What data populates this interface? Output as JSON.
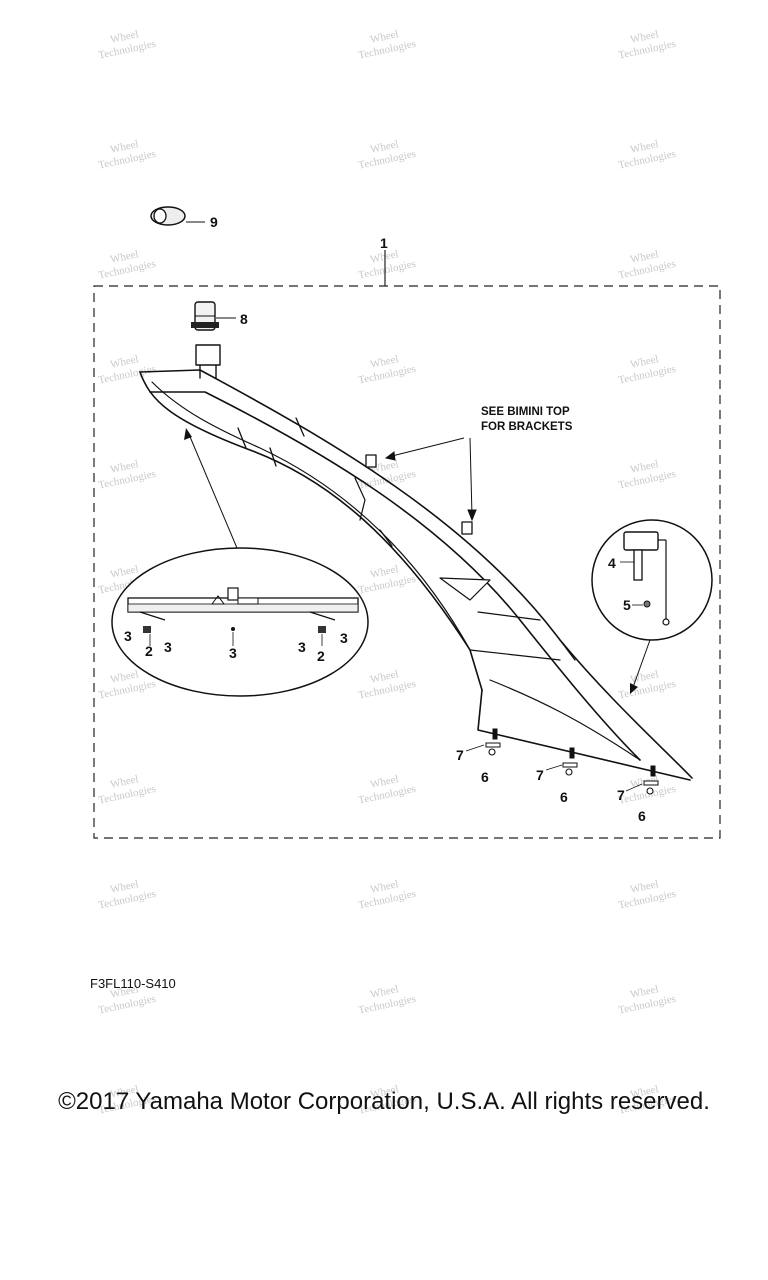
{
  "watermark": "Wheel\nTechnologies",
  "callouts": {
    "c1": "1",
    "c2a": "2",
    "c2b": "2",
    "c3a": "3",
    "c3b": "3",
    "c3c": "3",
    "c3d": "3",
    "c3e": "3",
    "c4": "4",
    "c5": "5",
    "c6a": "6",
    "c6b": "6",
    "c6c": "6",
    "c7a": "7",
    "c7b": "7",
    "c7c": "7",
    "c8": "8",
    "c9": "9"
  },
  "note": {
    "line1": "SEE BIMINI TOP",
    "line2": "FOR BRACKETS"
  },
  "diagram_code": "F3FL110-S410",
  "copyright": "©2017 Yamaha Motor Corporation, U.S.A. All rights reserved."
}
